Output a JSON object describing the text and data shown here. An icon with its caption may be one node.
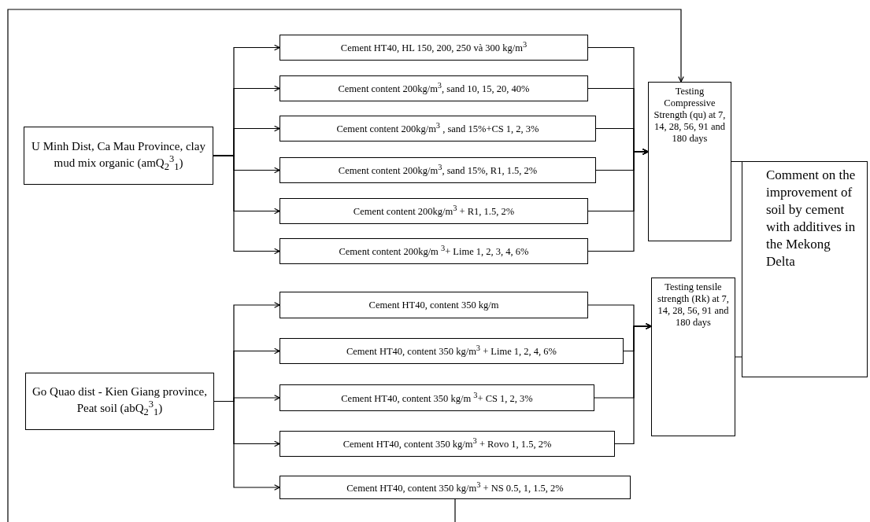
{
  "diagram": {
    "nodes": [
      {
        "text": [
          "U Minh Dist, Ca Mau Province, clay mud mix organic (amQ$_{2}$$^{3}$$_{1}$)"
        ]
      },
      {
        "text": [
          "Cement HT40, HL 150, 200, 250 và 300 kg/m$^{3}$"
        ]
      },
      {
        "text": [
          "Cement content 200kg/m$^{3}$, sand 10, 15, 20, 40%"
        ]
      },
      {
        "text": [
          "Cement content 200kg/m$^{3}$ , sand 15%+CS 1, 2, 3%"
        ]
      },
      {
        "text": [
          "Cement content 200kg/m$^{3}$, sand 15%, R1, 1.5, 2%"
        ]
      },
      {
        "text": [
          "Cement content 200kg/m$^{3}$ + R1, 1.5, 2%"
        ]
      },
      {
        "text": [
          "Cement content 200kg/m $^{3}$+ Lime 1, 2, 3, 4, 6%"
        ]
      },
      {
        "text": [
          "Go Quao dist - Kien Giang province, Peat soil (abQ$_{2}$$^{3}$$_{1}$)"
        ]
      },
      {
        "text": [
          "Cement HT40, content 350 kg/m"
        ]
      },
      {
        "text": [
          "Cement HT40, content 350 kg/m$^{3}$ + Lime 1, 2, 4, 6%"
        ]
      },
      {
        "text": [
          "Cement HT40, content 350 kg/m $^{3}$+ CS 1, 2, 3%"
        ]
      },
      {
        "text": [
          "Cement HT40, content 350 kg/m$^{3}$ + Rovo 1, 1.5, 2%"
        ]
      },
      {
        "text": [
          "Cement HT40, content 350 kg/m$^{3}$ + NS 0.5, 1, 1.5, 2%"
        ]
      },
      {
        "text": [
          "Testing Compressive Strength (qu) at 7, 14, 28, 56, 91 and 180 days"
        ]
      },
      {
        "text": [
          "Testing tensile strength (Rk) at 7, 14, 28, 56, 91 and 180 days"
        ]
      },
      {
        "text": [
          "Comment on the improvement of soil by cement with additives in the Mekong Delta"
        ]
      }
    ],
    "edges": [
      {
        "from": 0,
        "to": 1,
        "arrow": "to"
      },
      {
        "from": 0,
        "to": 2,
        "arrow": "to"
      },
      {
        "from": 0,
        "to": 3,
        "arrow": "to"
      },
      {
        "from": 0,
        "to": 4,
        "arrow": "to"
      },
      {
        "from": 0,
        "to": 5,
        "arrow": "to"
      },
      {
        "from": 0,
        "to": 6,
        "arrow": "to"
      },
      {
        "from": 7,
        "to": 8,
        "arrow": "to"
      },
      {
        "from": 7,
        "to": 9,
        "arrow": "to"
      },
      {
        "from": 7,
        "to": 10,
        "arrow": "to"
      },
      {
        "from": 7,
        "to": 11,
        "arrow": "to"
      },
      {
        "from": 7,
        "to": 12,
        "arrow": "to"
      },
      {
        "from": 1,
        "to": 13,
        "arrow": "to"
      },
      {
        "from": 2,
        "to": 13,
        "arrow": "to"
      },
      {
        "from": 3,
        "to": 13,
        "arrow": "to"
      },
      {
        "from": 4,
        "to": 13,
        "arrow": "to"
      },
      {
        "from": 5,
        "to": 13,
        "arrow": "to"
      },
      {
        "from": 6,
        "to": 13,
        "arrow": "to"
      },
      {
        "from": 8,
        "to": 14,
        "arrow": "to"
      },
      {
        "from": 9,
        "to": 14,
        "arrow": "to"
      },
      {
        "from": 10,
        "to": 14,
        "arrow": "to"
      },
      {
        "from": 11,
        "to": 14,
        "arrow": "to"
      },
      {
        "from": 12,
        "to": 13,
        "arrow": "to"
      },
      {
        "from": 13,
        "to": 15,
        "arrow": "to"
      },
      {
        "from": 14,
        "to": 15,
        "arrow": "to"
      }
    ]
  }
}
